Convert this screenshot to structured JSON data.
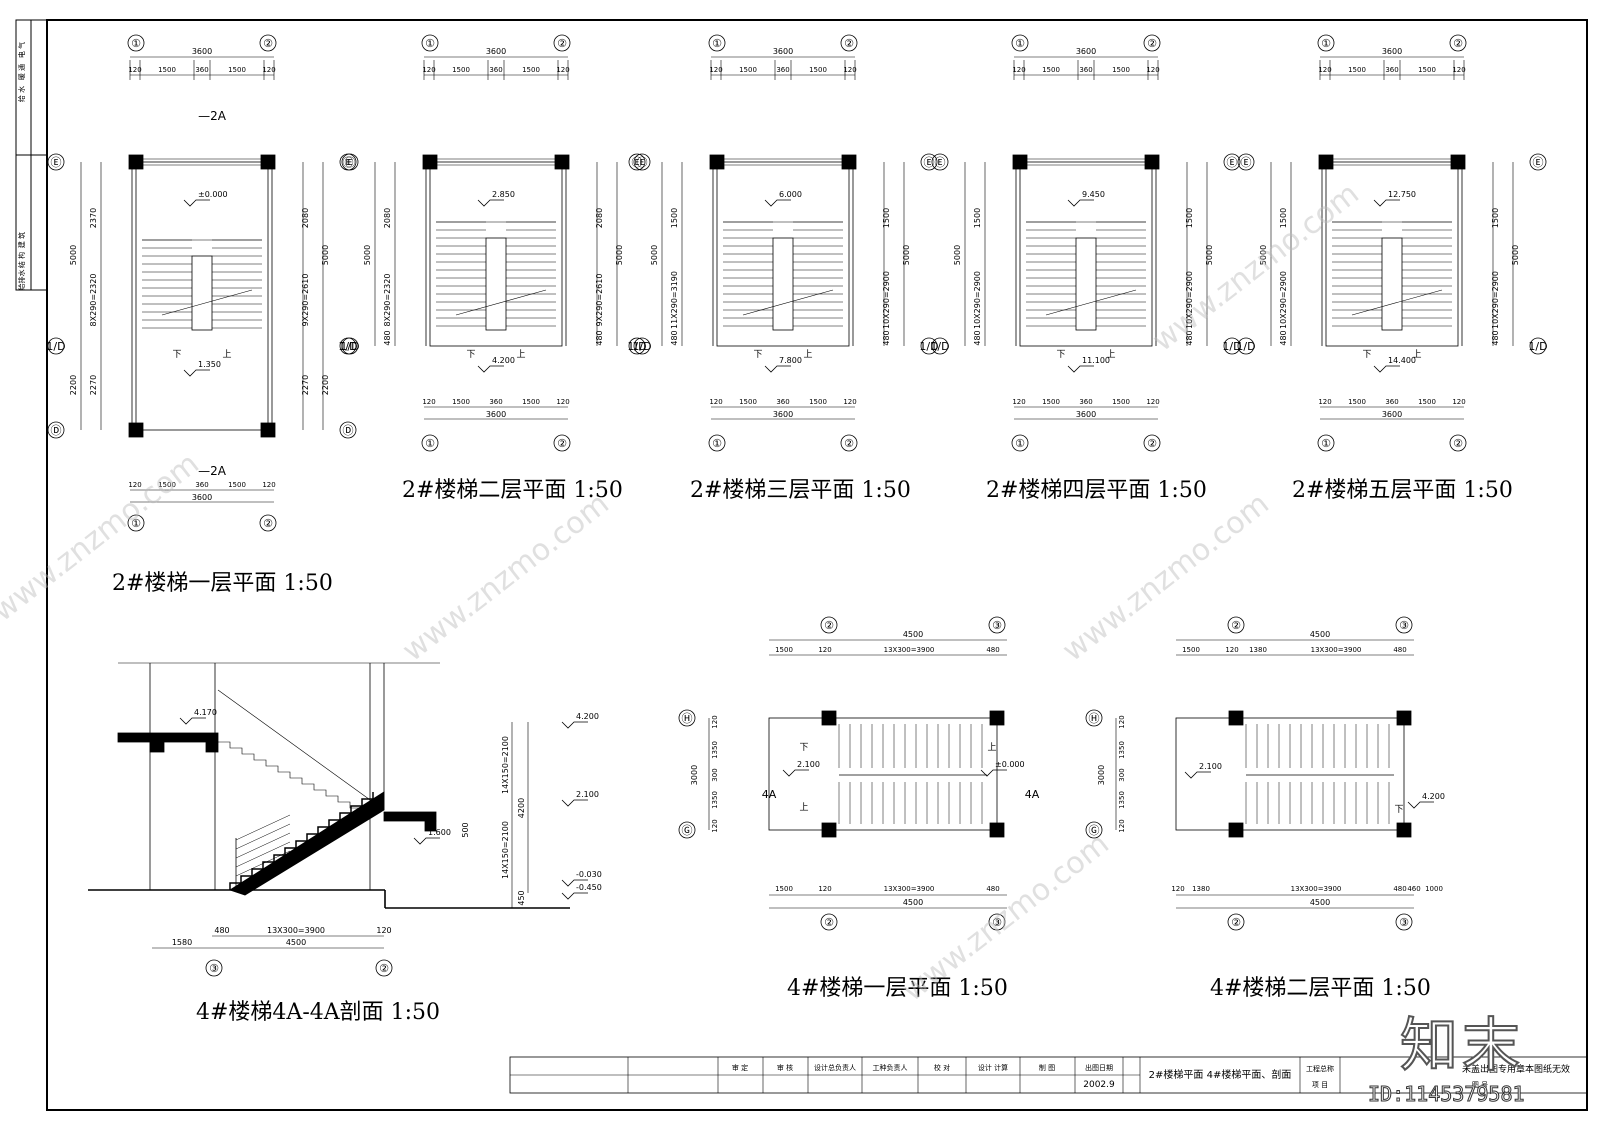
{
  "titles": {
    "p1": "2#楼梯一层平面   1:50",
    "p2": "2#楼梯二层平面   1:50",
    "p3": "2#楼梯三层平面   1:50",
    "p4": "2#楼梯四层平面   1:50",
    "p5": "2#楼梯五层平面   1:50",
    "sec": "4#楼梯4A-4A剖面   1:50",
    "s41": "4#楼梯一层平面   1:50",
    "s42": "4#楼梯二层平面   1:50"
  },
  "plans2": [
    {
      "id": "1",
      "rise_left": "8X290=2320",
      "rise_right": "9X290=2610",
      "elev_top": "±0.000",
      "elev_bot": "1.350",
      "top_left": "2370",
      "top_right": "2080",
      "bot_left": "2270",
      "bot_right": "2270",
      "total": "5000",
      "bot_out": "2200"
    },
    {
      "id": "2",
      "rise_left": "8X290=2320",
      "rise_right": "9X290=2610",
      "elev_top": "2.850",
      "elev_bot": "4.200",
      "top_left": "2080",
      "top_right": "2080",
      "land": "480",
      "total": "5000"
    },
    {
      "id": "3",
      "rise_left": "11X290=3190",
      "rise_right": "10X290=2900",
      "elev_top": "6.000",
      "elev_bot": "7.800",
      "top_left": "1500",
      "top_right": "1500",
      "land": "480",
      "total": "5000"
    },
    {
      "id": "4",
      "rise_left": "10X290=2900",
      "rise_right": "10X290=2900",
      "elev_top": "9.450",
      "elev_bot": "11.100",
      "top_left": "1500",
      "top_right": "1500",
      "land": "480",
      "total": "5000"
    },
    {
      "id": "5",
      "rise_left": "10X290=2900",
      "rise_right": "10X290=2900",
      "elev_top": "12.750",
      "elev_bot": "14.400",
      "top_left": "1500",
      "top_right": "1500",
      "land": "480",
      "total": "5000"
    }
  ],
  "dims2": {
    "total": "3600",
    "parts": [
      "120",
      "1500",
      "360",
      "1500",
      "120"
    ]
  },
  "axis2": {
    "left": "①",
    "right": "②",
    "top": "Ⓔ",
    "bot_a": "Ⓓ",
    "mid": "1/D"
  },
  "cut_label": "2A",
  "up": "上",
  "down": "下",
  "plans4": {
    "total": "4500",
    "top1": [
      "1500",
      "120",
      "13X300=3900",
      "480"
    ],
    "top2": [
      "1500",
      "120",
      "1380",
      "13X300=3900",
      "480"
    ],
    "bot1": [
      "1500",
      "120",
      "13X300=3900",
      "480"
    ],
    "bot2": [
      "120",
      "1380",
      "13X300=3900",
      "480",
      "460",
      "1000"
    ],
    "v": [
      "120",
      "1350",
      "300",
      "1350",
      "120"
    ],
    "vtotal": "3000",
    "elev1": "2.100",
    "elev1b": "±0.000",
    "elev2": "2.100",
    "elev2b": "4.200",
    "cut": "4A",
    "axis": {
      "l": "②",
      "r": "③",
      "t": "Ⓗ",
      "b": "Ⓖ"
    }
  },
  "section": {
    "elev": [
      "4.170",
      "4.200",
      "2.100",
      "1.600",
      "-0.030",
      "-0.450"
    ],
    "vdims": [
      "14X150=2100",
      "4200",
      "14X150=2100",
      "500",
      "450"
    ],
    "hdims": [
      "1580",
      "480",
      "13X300=3900",
      "120",
      "4500"
    ],
    "axis": [
      "③",
      "②"
    ]
  },
  "titleblock": {
    "roles": [
      "审  定",
      "审  核",
      "设计总负责人",
      "工种负责人",
      "校  对",
      "设计  计算",
      "制  图",
      "出图日期"
    ],
    "date": "2002.9",
    "drawing_name": "2#楼梯平面  4#楼梯平面、剖面",
    "project_label": "工程总称",
    "item_label": "项  目",
    "no_label": "图  号",
    "stamp": "未盖出图专用章本图纸无效",
    "left_col": [
      "电  气",
      "暖  通",
      "给  水",
      "建  筑",
      "结  构",
      "给排水"
    ]
  },
  "watermark": "www.znzmo.com",
  "brand": "知末",
  "image_id": "ID:1145379581"
}
